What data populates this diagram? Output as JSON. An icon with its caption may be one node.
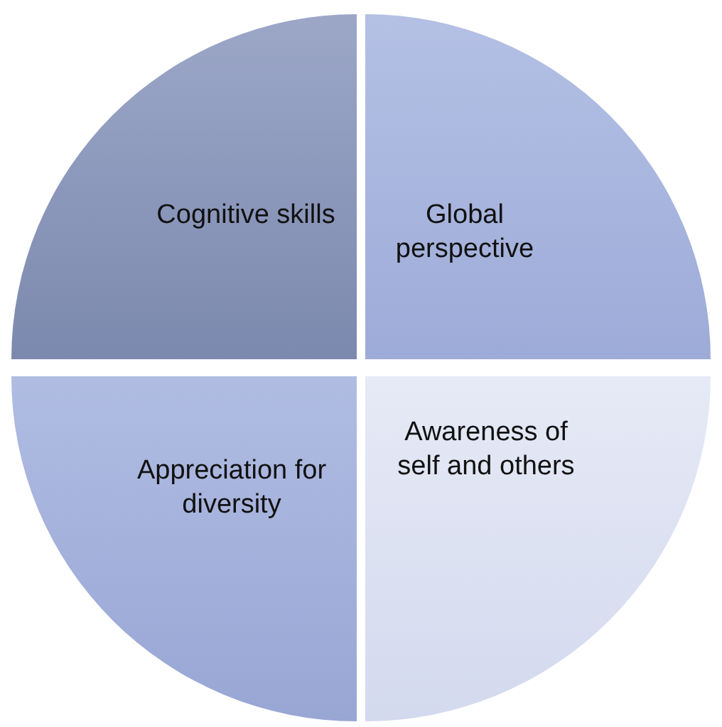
{
  "diagram": {
    "nodes": [
      {
        "text": [
          "Cognitive skills"
        ]
      },
      {
        "text": [
          "Global perspective"
        ]
      },
      {
        "text": [
          "Appreciation for diversity"
        ]
      },
      {
        "text": [
          "Awareness of self and others"
        ]
      }
    ]
  }
}
